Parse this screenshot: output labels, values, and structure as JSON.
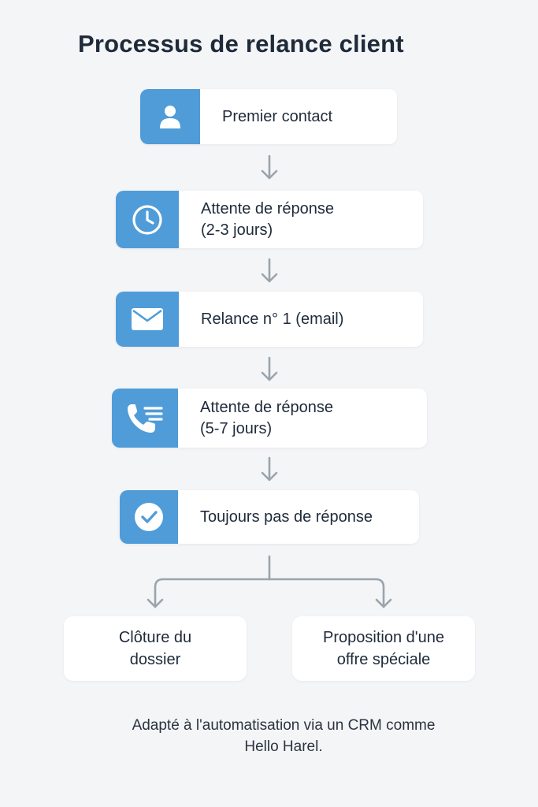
{
  "title": "Processus de relance client",
  "steps": [
    {
      "label": "Premier contact",
      "icon": "user-icon"
    },
    {
      "label": "Attente de réponse\n(2-3 jours)",
      "icon": "clock-icon"
    },
    {
      "label": "Relance n° 1 (email)",
      "icon": "envelope-icon"
    },
    {
      "label": "Attente de réponse\n(5-7 jours)",
      "icon": "phone-icon"
    },
    {
      "label": "Toujours pas de réponse",
      "icon": "check-circle-icon"
    }
  ],
  "outcomes": [
    {
      "label": "Clôture du\ndossier"
    },
    {
      "label": "Proposition d'une\noffre spéciale"
    }
  ],
  "footer": "Adapté à l'automatisation via un CRM comme\nHello Harel.",
  "colors": {
    "icon_background": "#4f9cd9",
    "arrow": "#9aa4ae",
    "card": "#ffffff",
    "page_background": "#f4f5f6",
    "text": "#1f2a3a"
  }
}
